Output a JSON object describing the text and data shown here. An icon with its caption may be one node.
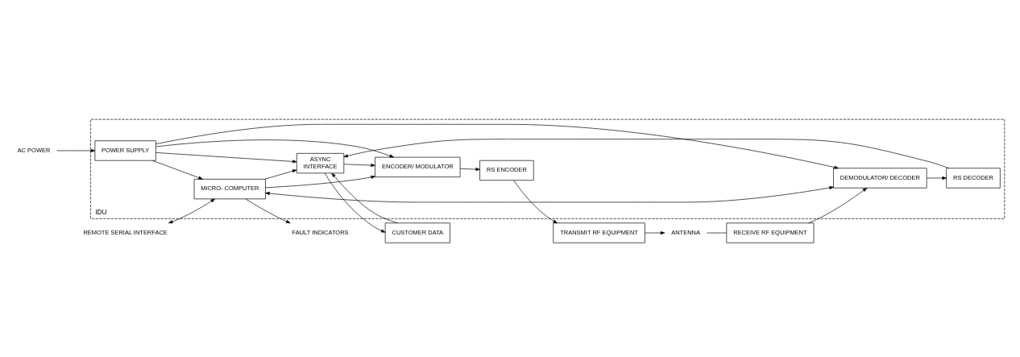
{
  "diagram": {
    "nodes": [
      {
        "text": [
          "IDU"
        ]
      },
      {
        "text": [
          "CUSTOMER DATA"
        ]
      },
      {
        "text": [
          "ASYNC",
          "INTERFACE"
        ],
        "in": 0
      },
      {
        "text": [
          "ENCODER/ MODULATOR"
        ],
        "in": 0
      },
      {
        "text": [
          "RS ENCODER"
        ],
        "in": 0
      },
      {
        "text": [
          "TRANSMIT RF EQUIPMENT"
        ]
      },
      {
        "text": [
          "REMOTE SERIAL INTERFACE"
        ]
      },
      {
        "text": [
          "FAULT INDICATORS"
        ]
      },
      {
        "text": [
          "MICRO- COMPUTER"
        ],
        "in": 0
      },
      {
        "text": [
          "POWER SUPPLY"
        ],
        "in": 0
      },
      {
        "text": [
          "AC POWER"
        ]
      },
      {
        "text": [
          "ANTENNA"
        ]
      },
      {
        "text": [
          "RS DECODER"
        ],
        "in": 0
      },
      {
        "text": [
          "DEMODULATOR/ DECODER"
        ],
        "in": 0
      },
      {
        "text": [
          "RECEIVE RF EQUIPMENT"
        ]
      }
    ],
    "edges": [
      {
        "from": 1,
        "to": 2,
        "arrow": "to"
      },
      {
        "from": 2,
        "to": 1,
        "arrow": "to"
      },
      {
        "from": 2,
        "to": 3,
        "arrow": "to"
      },
      {
        "from": 3,
        "to": 4,
        "arrow": "to"
      },
      {
        "from": 4,
        "to": 5,
        "arrow": "to"
      },
      {
        "from": 5,
        "to": 11,
        "arrow": "to"
      },
      {
        "from": 11,
        "to": 14,
        "arrow": "none"
      },
      {
        "from": 6,
        "to": 8,
        "arrow": "both"
      },
      {
        "from": 8,
        "to": 7,
        "arrow": "to"
      },
      {
        "from": 9,
        "to": 8,
        "arrow": "to"
      },
      {
        "from": 10,
        "to": 9,
        "arrow": "to"
      },
      {
        "from": 8,
        "to": 2,
        "arrow": "to"
      },
      {
        "from": 9,
        "to": 2,
        "arrow": "to"
      },
      {
        "from": 9,
        "to": 3,
        "arrow": "to"
      },
      {
        "from": 8,
        "to": 3,
        "arrow": "to"
      },
      {
        "from": 8,
        "to": 13,
        "arrow": "both"
      },
      {
        "from": 9,
        "to": 13,
        "arrow": "to"
      },
      {
        "from": 14,
        "to": 13,
        "arrow": "to"
      },
      {
        "from": 13,
        "to": 12,
        "arrow": "to"
      },
      {
        "from": 12,
        "to": 2,
        "arrow": "to"
      }
    ]
  }
}
